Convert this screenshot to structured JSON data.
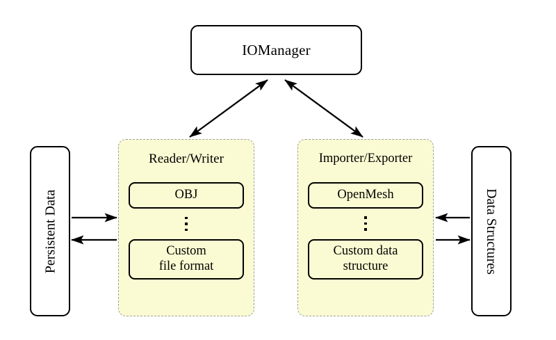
{
  "diagram": {
    "title_node": {
      "label": "IOManager"
    },
    "left_endpoint": {
      "label": "Persistent Data"
    },
    "right_endpoint": {
      "label": "Data Structures"
    },
    "panels": [
      {
        "id": "reader-writer",
        "title": "Reader/Writer",
        "items": [
          {
            "label": "OBJ",
            "lines": 1
          },
          {
            "label": "⋮",
            "lines": 0
          },
          {
            "label": "Custom file format",
            "line1": "Custom",
            "line2": "file format",
            "lines": 2
          }
        ]
      },
      {
        "id": "importer-exporter",
        "title": "Importer/Exporter",
        "items": [
          {
            "label": "OpenMesh",
            "lines": 1
          },
          {
            "label": "⋮",
            "lines": 0
          },
          {
            "label": "Custom data structure",
            "line1": "Custom data",
            "line2": "structure",
            "lines": 2
          }
        ]
      }
    ],
    "connectors": [
      {
        "id": "manager-to-reader-writer",
        "from": "IOManager",
        "to": "Reader/Writer",
        "style": "double-headed-arrow"
      },
      {
        "id": "manager-to-importer-exporter",
        "from": "IOManager",
        "to": "Importer/Exporter",
        "style": "double-headed-arrow"
      },
      {
        "id": "persistent-data-to-reader-writer",
        "from": "Persistent Data",
        "to": "Reader/Writer",
        "style": "arrow-right"
      },
      {
        "id": "reader-writer-to-persistent-data",
        "from": "Reader/Writer",
        "to": "Persistent Data",
        "style": "arrow-left"
      },
      {
        "id": "data-structures-to-importer-exporter",
        "from": "Data Structures",
        "to": "Importer/Exporter",
        "style": "arrow-left"
      },
      {
        "id": "importer-exporter-to-data-structures",
        "from": "Importer/Exporter",
        "to": "Data Structures",
        "style": "arrow-right"
      }
    ],
    "colors": {
      "panel_fill": "#fbfbd3",
      "panel_border": "#9e9e9e",
      "node_border": "#000000",
      "background": "#ffffff"
    }
  }
}
